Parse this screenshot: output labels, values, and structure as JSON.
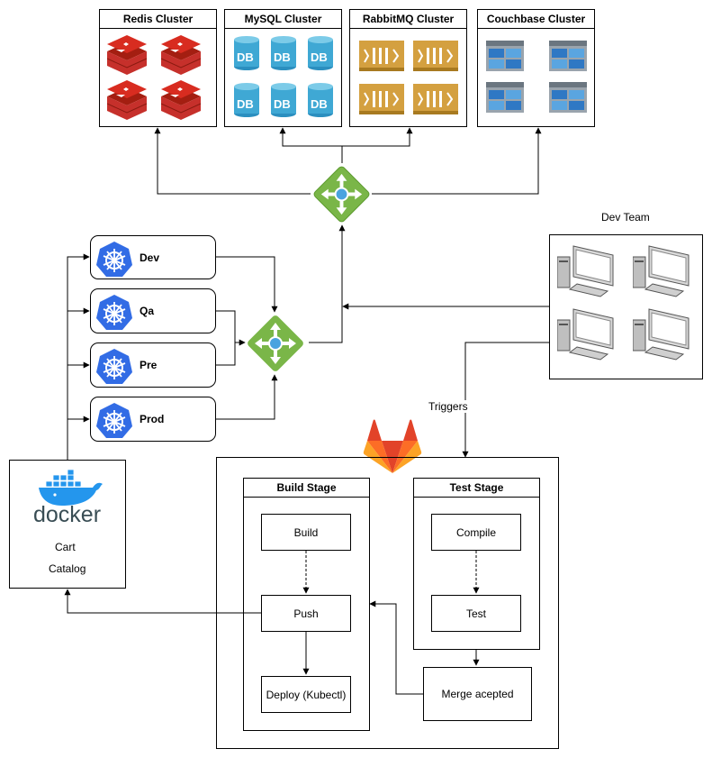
{
  "clusters": [
    {
      "title": "Redis Cluster"
    },
    {
      "title": "MySQL Cluster",
      "db_label": "DB"
    },
    {
      "title": "RabbitMQ Cluster"
    },
    {
      "title": "Couchbase Cluster"
    }
  ],
  "environments": [
    "Dev",
    "Qa",
    "Pre",
    "Prod"
  ],
  "dev_team": {
    "label": "Dev Team"
  },
  "edge_labels": {
    "triggers": "Triggers"
  },
  "docker": {
    "logo_text": "docker",
    "services": [
      "Cart",
      "Catalog"
    ]
  },
  "pipeline": {
    "build_stage": {
      "title": "Build Stage",
      "steps": [
        "Build",
        "Push",
        "Deploy (Kubectl)"
      ]
    },
    "test_stage": {
      "title": "Test Stage",
      "steps": [
        "Compile",
        "Test"
      ]
    },
    "merge": "Merge acepted"
  },
  "colors": {
    "redis": "#c6302b",
    "mysql_db": "#3fa8d4",
    "rabbitmq": "#d4a040",
    "couchbase": "#2f78c4",
    "load_balancer": "#7ab648",
    "kubernetes": "#326ce5",
    "docker": "#2496ed",
    "gitlab": "#fc6d26"
  },
  "icons": {
    "load_balancer": "load-balancer-icon",
    "kubernetes": "kubernetes-icon",
    "docker": "docker-icon",
    "gitlab": "gitlab-icon",
    "workstation": "desktop-computer-icon"
  }
}
